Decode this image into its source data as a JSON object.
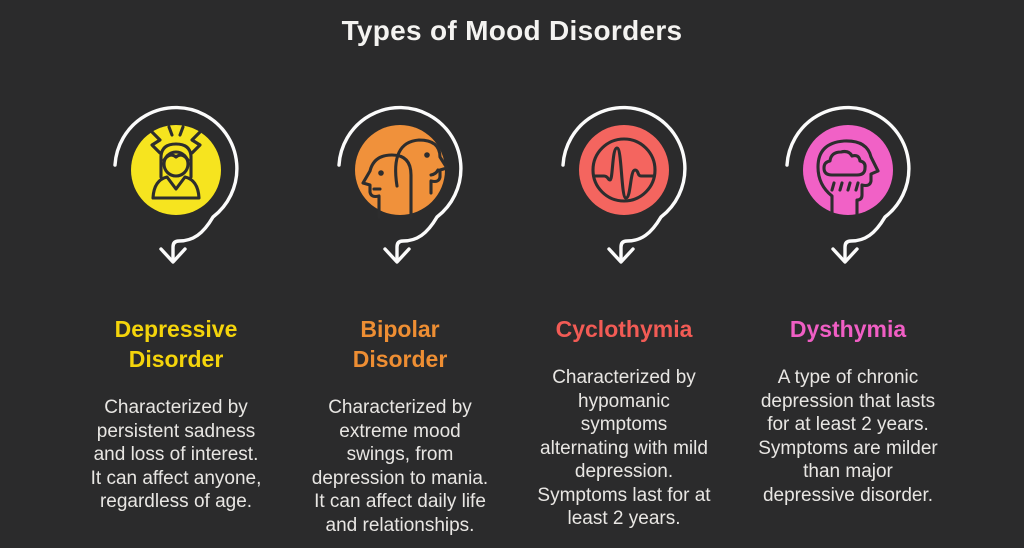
{
  "title": "Types of Mood Disorders",
  "theme": {
    "background": "#2B2B2C",
    "title_color": "#F4F3F1",
    "body_text_color": "#E8E6E3",
    "loop_arrow_color": "#FBFBFB",
    "glyph_stroke_color": "#2D2D2E"
  },
  "columns": [
    {
      "id": "depressive-disorder",
      "icon": "stressed-person-icon",
      "title_lines": [
        "Depressive",
        "Disorder"
      ],
      "heading_color": "#F4D40B",
      "circle_color": "#F6E41F",
      "description_lines": [
        "Characterized by",
        "persistent sadness",
        "and loss of interest.",
        "It can affect anyone,",
        "regardless of age."
      ]
    },
    {
      "id": "bipolar-disorder",
      "icon": "two-faces-icon",
      "title_lines": [
        "Bipolar",
        "Disorder"
      ],
      "heading_color": "#EE8E33",
      "circle_color": "#F0913B",
      "description_lines": [
        "Characterized by",
        "extreme mood",
        "swings, from",
        "depression to mania.",
        "It can affect daily life",
        "and relationships."
      ]
    },
    {
      "id": "cyclothymia",
      "icon": "mood-wave-icon",
      "title_lines": [
        "Cyclothymia"
      ],
      "heading_color": "#F25B55",
      "circle_color": "#F4655F",
      "description_lines": [
        "Characterized by",
        "hypomanic",
        "symptoms",
        "alternating with mild",
        "depression.",
        "Symptoms last for at",
        "least 2 years."
      ]
    },
    {
      "id": "dysthymia",
      "icon": "rain-cloud-head-icon",
      "title_lines": [
        "Dysthymia"
      ],
      "heading_color": "#F05EC4",
      "circle_color": "#F161C6",
      "description_lines": [
        "A type of chronic",
        "depression that lasts",
        "for at least 2 years.",
        "Symptoms are milder",
        "than major",
        "depressive disorder."
      ]
    }
  ]
}
